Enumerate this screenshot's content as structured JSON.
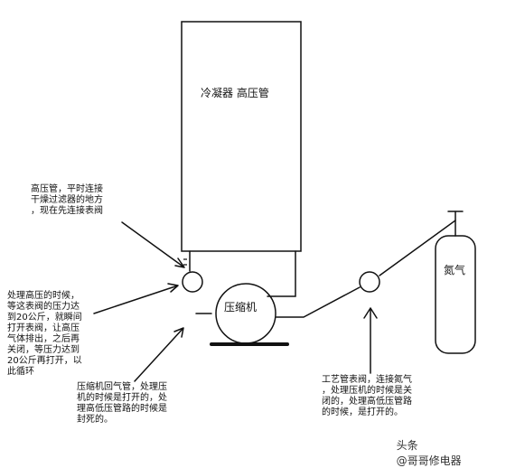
{
  "condenser": {
    "label": "冷凝器 高压管"
  },
  "compressor": {
    "label": "压缩机"
  },
  "nitrogen_tank": {
    "label": "氮气"
  },
  "notes": {
    "high_pressure_pipe": "高压管，平时连接\n干燥过滤器的地方\n，现在先连接表阀",
    "process_cycle": "处理高压的时候，\n等这表阀的压力达\n到20公斤，就瞬间\n打开表阀，让高压\n气体排出，之后再\n关闭，等压力达到\n20公斤再打开，以\n此循环",
    "suction_pipe": "压缩机回气管，处理压\n机的时候是打开的，处\n理高低压管路的时候是\n封死的。",
    "process_pipe_valve": "工艺管表阀，连接氮气\n，处理压机的时候是关\n闭的，处理高低压管路\n的时候，是打开的。"
  },
  "watermark": {
    "prefix": "头条",
    "handle": "@哥哥修电器"
  }
}
